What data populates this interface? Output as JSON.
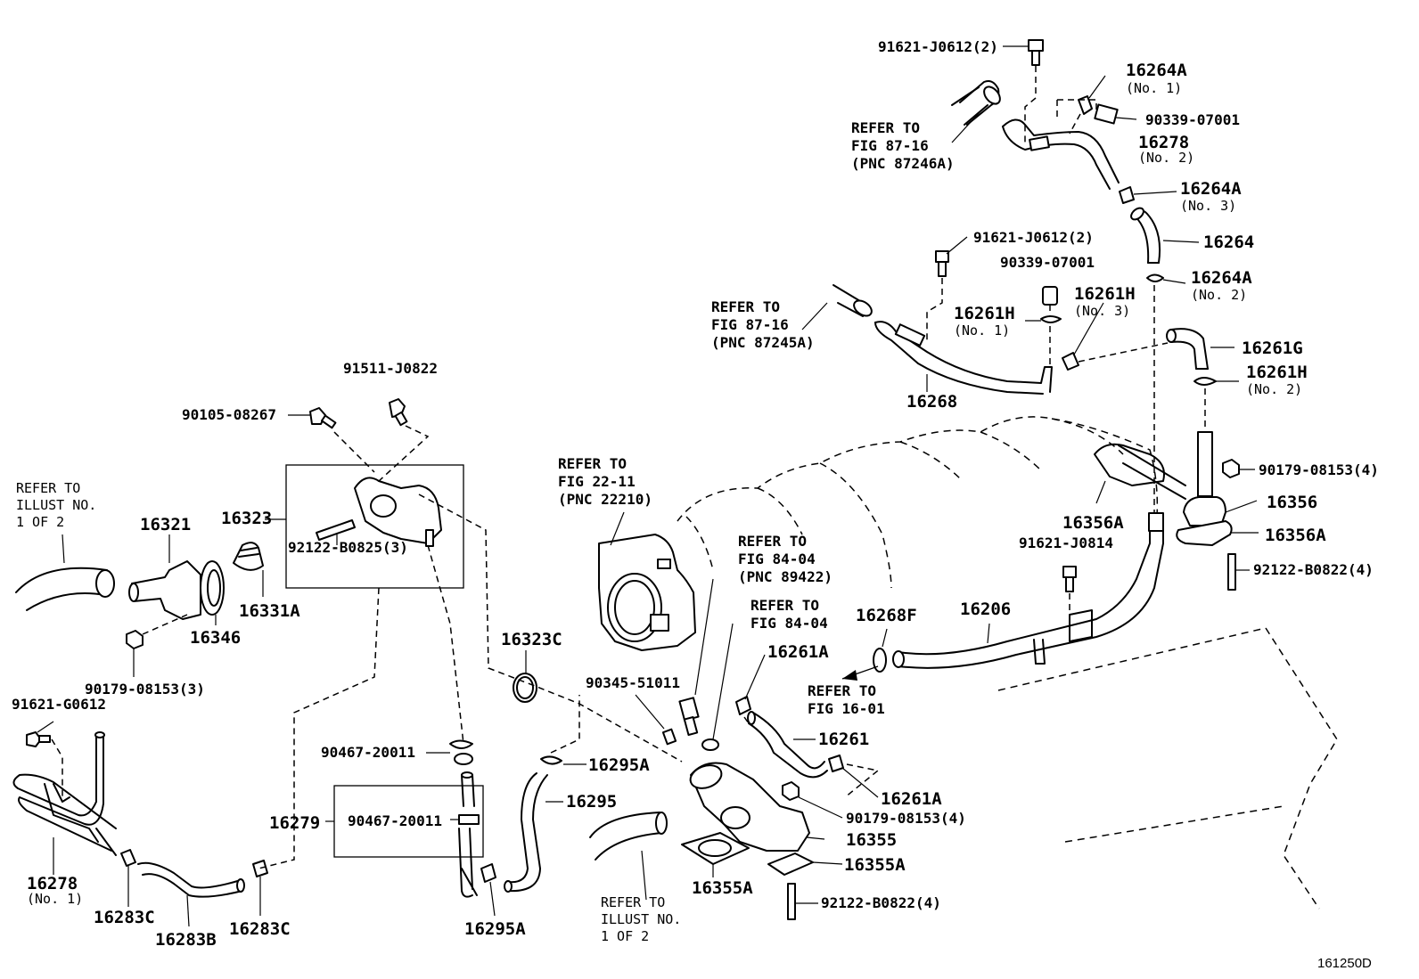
{
  "figure_id": "161250D",
  "labels": {
    "p91621_j0612_2_top": "91621-J0612(2)",
    "p16264a_no1": "16264A",
    "no1_a": "(No. 1)",
    "p90339_07001_top": "90339-07001",
    "p16278_no2": "16278",
    "no2_a": "(No. 2)",
    "p16264a_no3": "16264A",
    "no3_a": "(No. 3)",
    "p16264": "16264",
    "p91621_j0612_2_mid": "91621-J0612(2)",
    "p90339_07001_mid": "90339-07001",
    "p16264a_no2": "16264A",
    "no2_b": "(No. 2)",
    "p16261h_no1": "16261H",
    "no1_b": "(No. 1)",
    "p16261h_no3": "16261H",
    "no3_b": "(No. 3)",
    "p16261g": "16261G",
    "p16261h_no2": "16261H",
    "no2_c": "(No. 2)",
    "p16268": "16268",
    "p91511_j0822": "91511-J0822",
    "p90105_08267": "90105-08267",
    "p16321": "16321",
    "p16323": "16323",
    "p92122_b0825_3": "92122-B0825(3)",
    "p16331a": "16331A",
    "p16346": "16346",
    "p90179_08153_3": "90179-08153(3)",
    "p91621_g0612": "91621-G0612",
    "p16278_no1": "16278",
    "no1_c": "(No. 1)",
    "p16283c_l": "16283C",
    "p16283b": "16283B",
    "p16283c_r": "16283C",
    "p16279": "16279",
    "p90467_20011_a": "90467-20011",
    "p90467_20011_b": "90467-20011",
    "p16295a_bot": "16295A",
    "p16323c": "16323C",
    "p16295a_top": "16295A",
    "p16295": "16295",
    "p90345_51011": "90345-51011",
    "p16355a_l": "16355A",
    "p16355": "16355",
    "p16355a_r": "16355A",
    "p90179_08153_4_b": "90179-08153(4)",
    "p92122_b0822_4_b": "92122-B0822(4)",
    "p16261": "16261",
    "p16261a_top": "16261A",
    "p16261a_bot": "16261A",
    "p16268f": "16268F",
    "p16206": "16206",
    "p91621_j0814": "91621-J0814",
    "p16356a_l": "16356A",
    "p90179_08153_4_a": "90179-08153(4)",
    "p16356": "16356",
    "p16356a_r": "16356A",
    "p92122_b0822_4_a": "92122-B0822(4)"
  },
  "refs": {
    "r_87246a": [
      "REFER TO",
      "FIG 87-16",
      "(PNC 87246A)"
    ],
    "r_87245a": [
      "REFER TO",
      "FIG 87-16",
      "(PNC 87245A)"
    ],
    "r_illust_left": [
      "REFER TO",
      "ILLUST NO.",
      " 1 OF 2"
    ],
    "r_22210": [
      "REFER TO",
      "FIG 22-11",
      "(PNC 22210)"
    ],
    "r_89422": [
      "REFER TO",
      "FIG 84-04",
      "(PNC 89422)"
    ],
    "r_84_04": [
      "REFER TO",
      "FIG 84-04"
    ],
    "r_16_01": [
      "REFER TO",
      "FIG 16-01"
    ],
    "r_illust_bottom": [
      "REFER TO",
      "ILLUST NO.",
      " 1 OF 2"
    ]
  }
}
